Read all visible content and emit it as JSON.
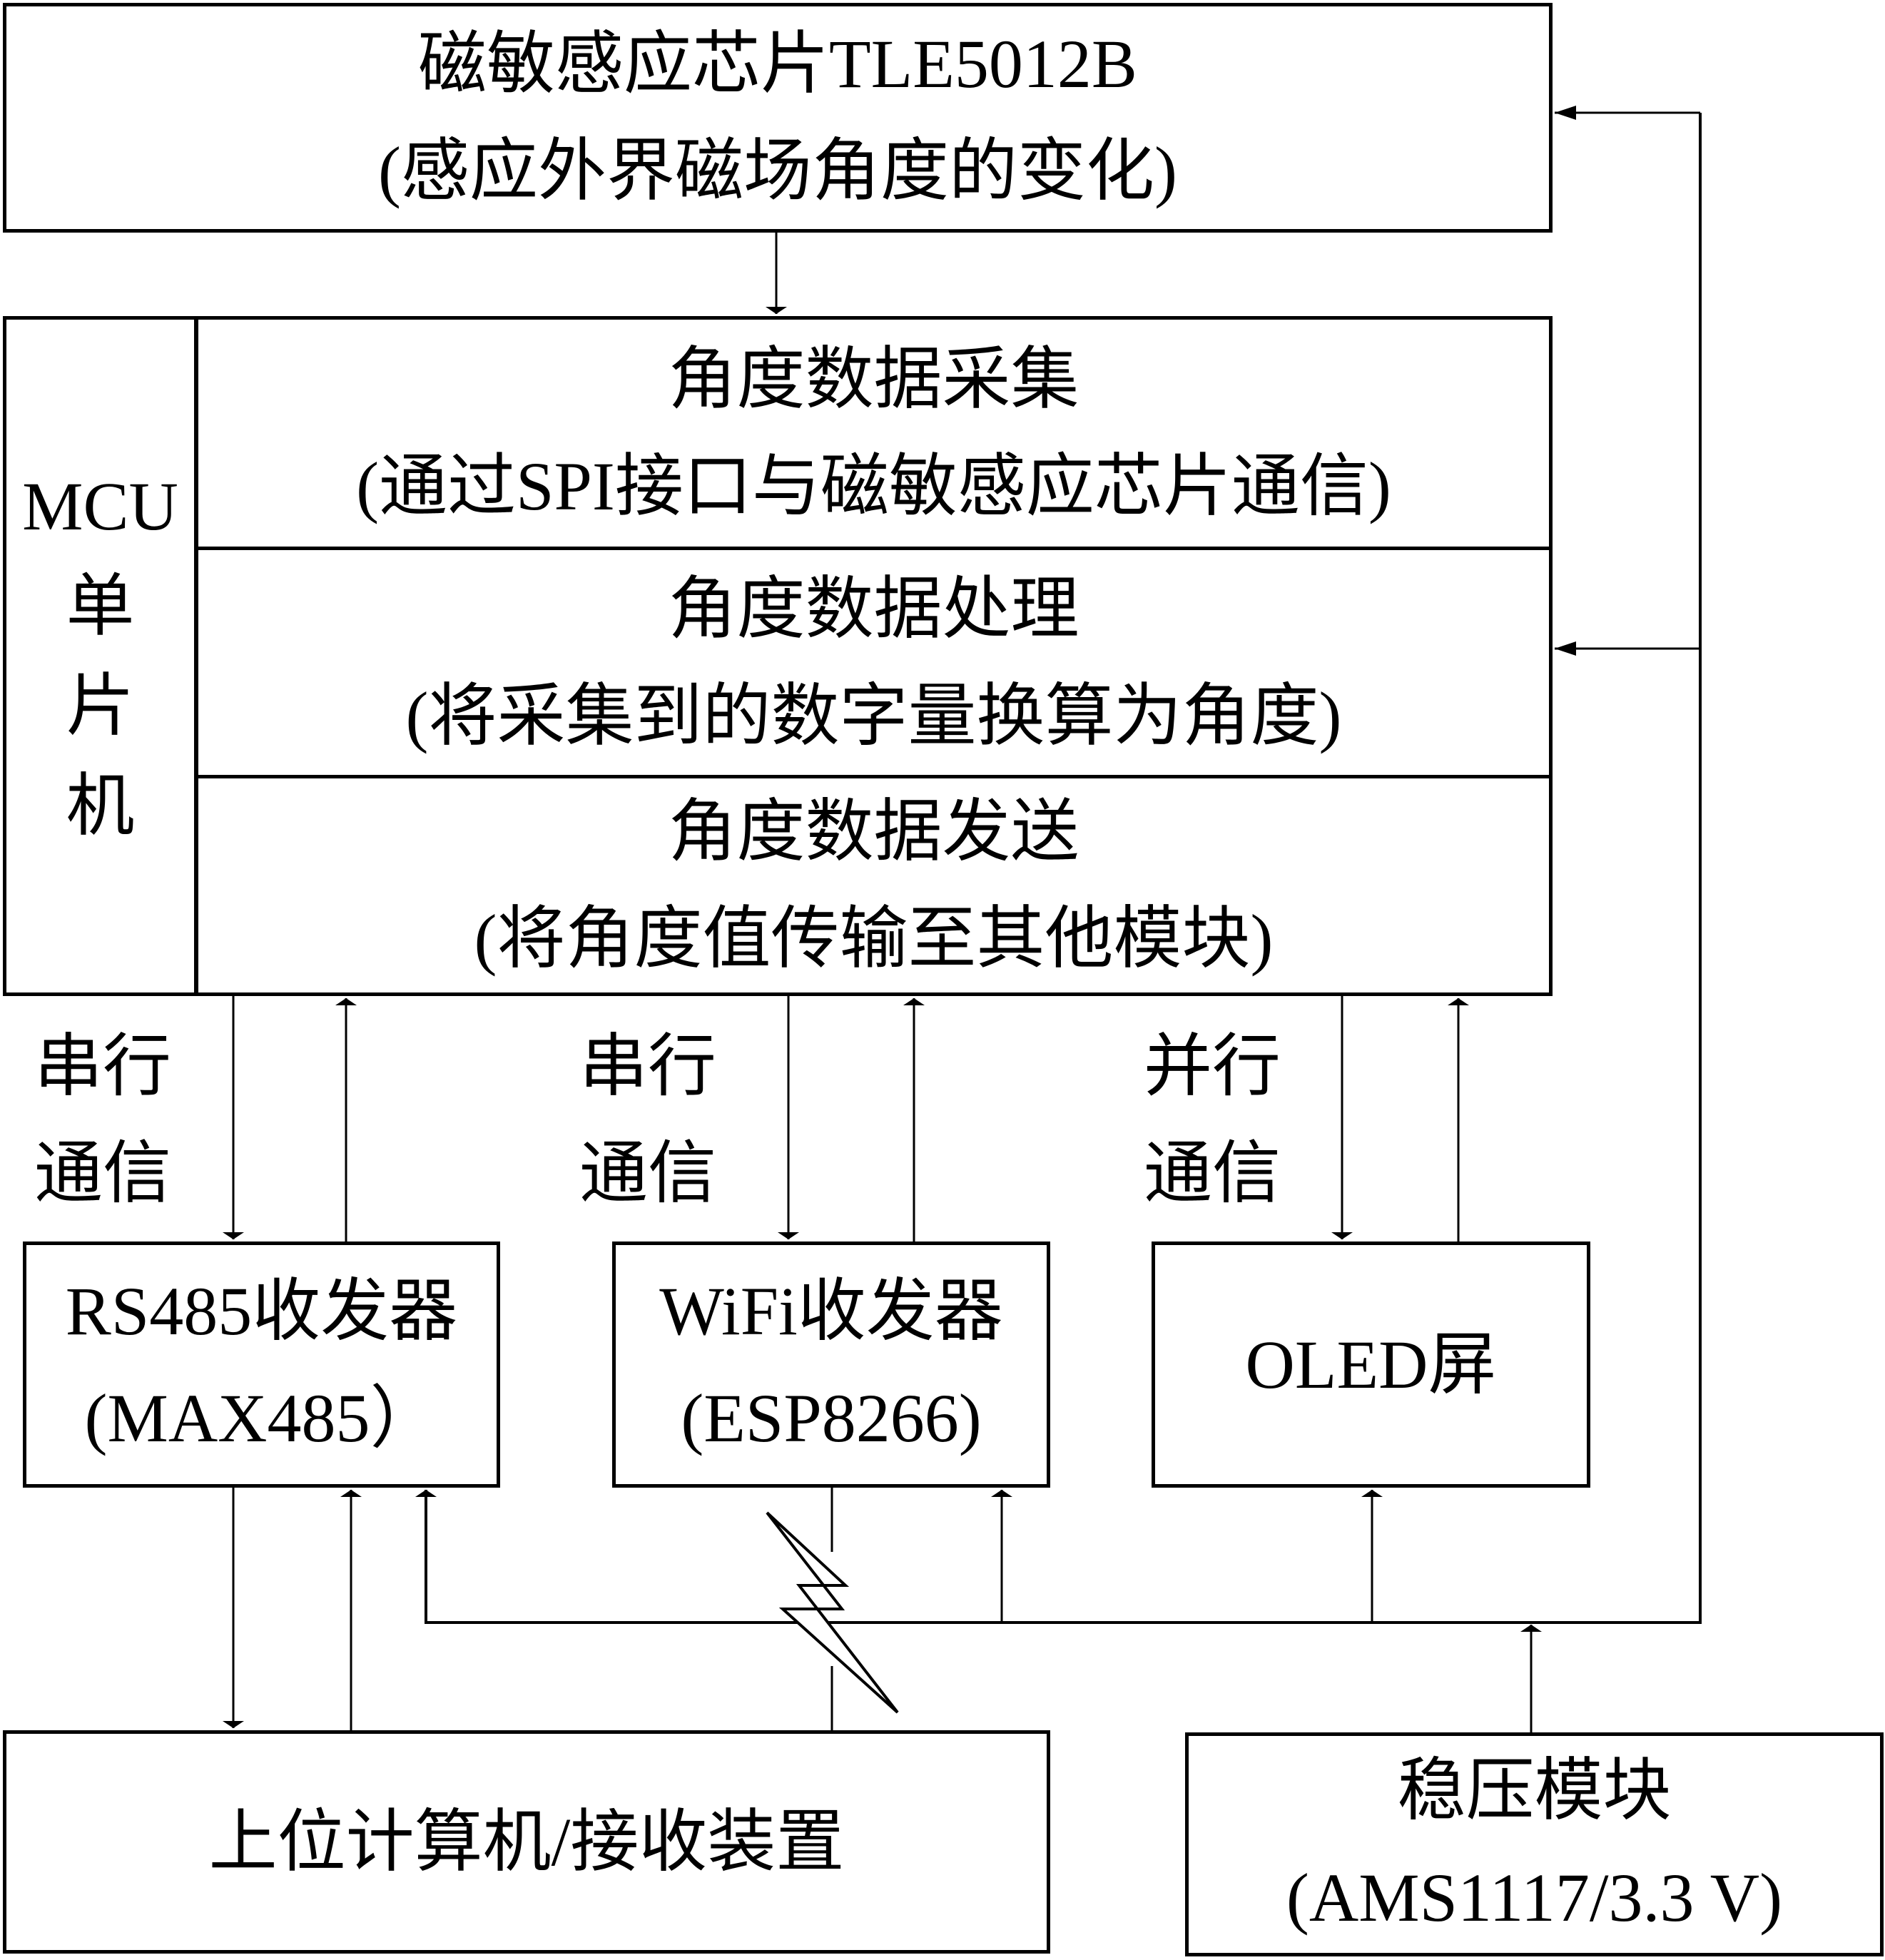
{
  "sensor": {
    "line1": "磁敏感应芯片TLE5012B",
    "line2": "(感应外界磁场角度的变化)"
  },
  "mcu": {
    "label_lines": [
      "MCU",
      "单",
      "片",
      "机"
    ],
    "rows": [
      {
        "title": "角度数据采集",
        "desc": "(通过SPI接口与磁敏感应芯片通信)"
      },
      {
        "title": "角度数据处理",
        "desc": "(将采集到的数字量换算为角度)"
      },
      {
        "title": "角度数据发送",
        "desc": "(将角度值传输至其他模块)"
      }
    ]
  },
  "links": [
    {
      "line1": "串行",
      "line2": "通信"
    },
    {
      "line1": "串行",
      "line2": "通信"
    },
    {
      "line1": "并行",
      "line2": "通信"
    }
  ],
  "modules": {
    "rs485": {
      "line1": "RS485收发器",
      "line2": "(MAX485）"
    },
    "wifi": {
      "line1": "WiFi收发器",
      "line2": "(ESP8266)"
    },
    "oled": {
      "line1": "OLED屏"
    }
  },
  "host": {
    "label": "上位计算机/接收装置"
  },
  "regulator": {
    "line1": "稳压模块",
    "line2": "(AMS1117/3.3 V)"
  }
}
